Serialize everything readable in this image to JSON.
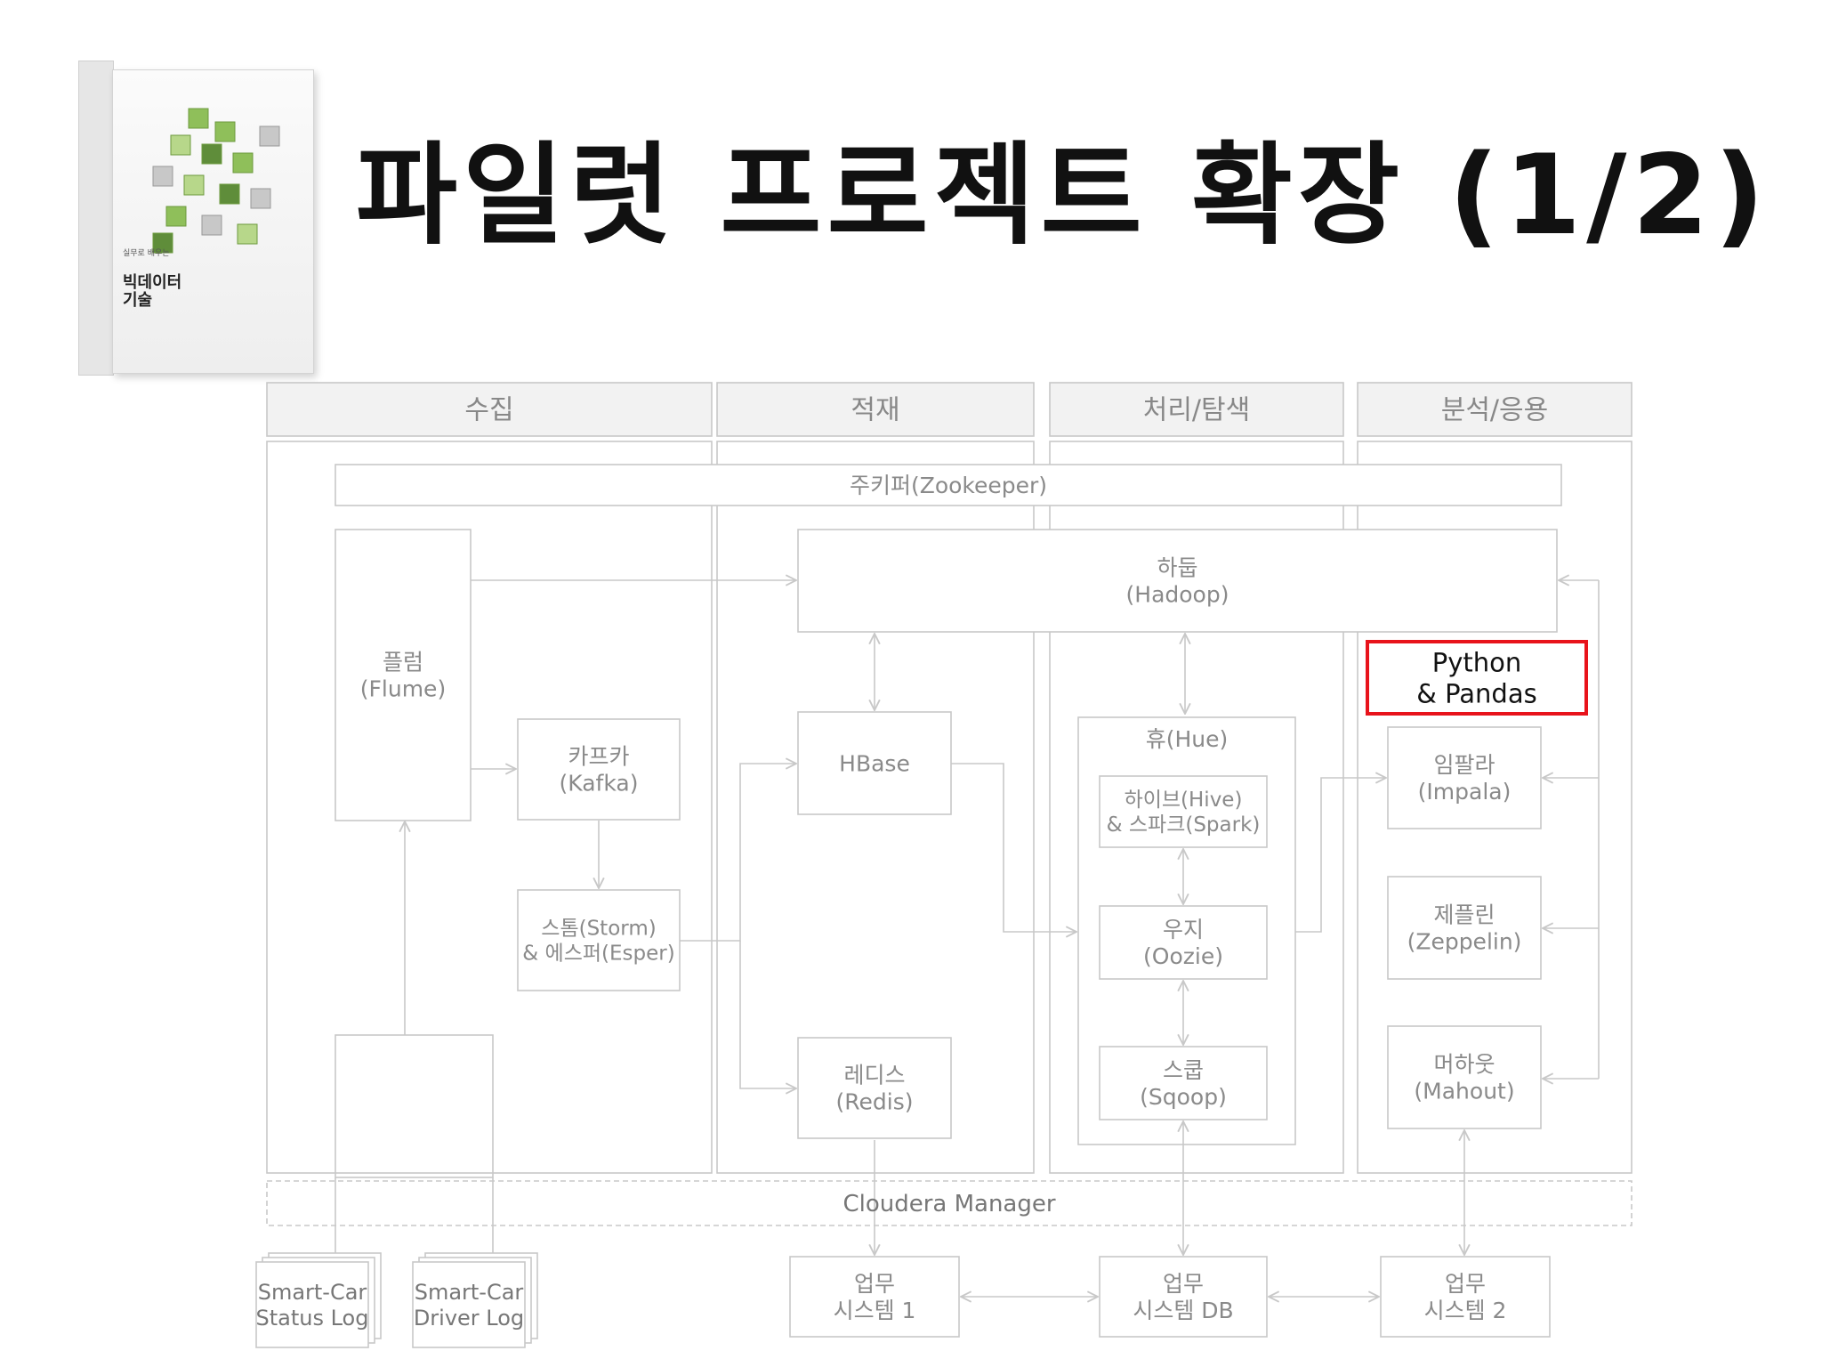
{
  "title": "파일럿 프로젝트 확장 (1/2)",
  "book_cover": {
    "subtitle": "실무로 배우는",
    "title": "빅데이터 기술"
  },
  "columns": [
    "수집",
    "적재",
    "처리/탐색",
    "분석/응용"
  ],
  "nodes": {
    "zookeeper": [
      "주키퍼(Zookeeper)"
    ],
    "flume": [
      "플럼",
      "(Flume)"
    ],
    "kafka": [
      "카프카",
      "(Kafka)"
    ],
    "storm": [
      "스톰(Storm)",
      "& 에스퍼(Esper)"
    ],
    "hadoop": [
      "하둡",
      "(Hadoop)"
    ],
    "hbase": [
      "HBase"
    ],
    "redis": [
      "레디스",
      "(Redis)"
    ],
    "hue": [
      "휴(Hue)"
    ],
    "hive": [
      "하이브(Hive)",
      "& 스파크(Spark)"
    ],
    "oozie": [
      "우지",
      "(Oozie)"
    ],
    "sqoop": [
      "스쿱",
      "(Sqoop)"
    ],
    "python": [
      "Python",
      "& Pandas"
    ],
    "impala": [
      "임팔라",
      "(Impala)"
    ],
    "zeppelin": [
      "제플린",
      "(Zeppelin)"
    ],
    "mahout": [
      "머하웃",
      "(Mahout)"
    ],
    "cloudera": [
      "Cloudera Manager"
    ],
    "status_log": [
      "Smart-Car",
      "Status Log"
    ],
    "driver_log": [
      "Smart-Car",
      "Driver Log"
    ],
    "biz1": [
      "업무",
      "시스템 1"
    ],
    "bizdb": [
      "업무",
      "시스템 DB"
    ],
    "biz2": [
      "업무",
      "시스템 2"
    ]
  },
  "colors": {
    "line": "#c8c8c8",
    "text": "#8a8a8a",
    "header_bg": "#f2f2f2",
    "highlight": "#e8131b"
  }
}
